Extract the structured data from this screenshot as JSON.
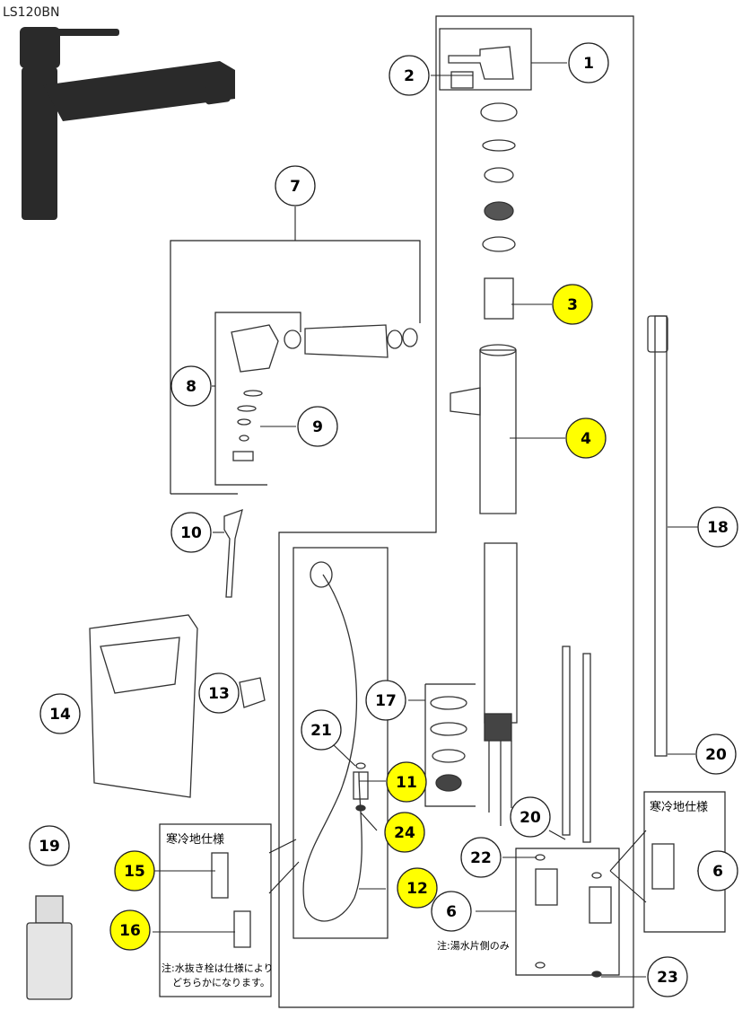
{
  "model": "LS120BN",
  "cold_region_title_left": "寒冷地仕様",
  "cold_region_title_right": "寒冷地仕様",
  "note_drain": [
    "注:水抜き栓は仕様により",
    "どちらかになります。"
  ],
  "note_hot_side": "注:湯水片側のみ",
  "callouts": [
    {
      "id": "c1",
      "label": "1",
      "highlight": false
    },
    {
      "id": "c2",
      "label": "2",
      "highlight": false
    },
    {
      "id": "c3",
      "label": "3",
      "highlight": true
    },
    {
      "id": "c4",
      "label": "4",
      "highlight": true
    },
    {
      "id": "c6a",
      "label": "6",
      "highlight": false
    },
    {
      "id": "c6b",
      "label": "6",
      "highlight": false
    },
    {
      "id": "c7",
      "label": "7",
      "highlight": false
    },
    {
      "id": "c8",
      "label": "8",
      "highlight": false
    },
    {
      "id": "c9",
      "label": "9",
      "highlight": false
    },
    {
      "id": "c10",
      "label": "10",
      "highlight": false
    },
    {
      "id": "c11",
      "label": "11",
      "highlight": true
    },
    {
      "id": "c12",
      "label": "12",
      "highlight": true
    },
    {
      "id": "c13",
      "label": "13",
      "highlight": false
    },
    {
      "id": "c14",
      "label": "14",
      "highlight": false
    },
    {
      "id": "c15",
      "label": "15",
      "highlight": true
    },
    {
      "id": "c16",
      "label": "16",
      "highlight": true
    },
    {
      "id": "c17",
      "label": "17",
      "highlight": false
    },
    {
      "id": "c18",
      "label": "18",
      "highlight": false
    },
    {
      "id": "c19",
      "label": "19",
      "highlight": false
    },
    {
      "id": "c20a",
      "label": "20",
      "highlight": false
    },
    {
      "id": "c20b",
      "label": "20",
      "highlight": false
    },
    {
      "id": "c21",
      "label": "21",
      "highlight": false
    },
    {
      "id": "c22",
      "label": "22",
      "highlight": false
    },
    {
      "id": "c23",
      "label": "23",
      "highlight": false
    },
    {
      "id": "c24",
      "label": "24",
      "highlight": true
    }
  ],
  "colors": {
    "highlight": "#ffff00",
    "stroke": "#222222",
    "faucet": "#2a2a2a"
  }
}
